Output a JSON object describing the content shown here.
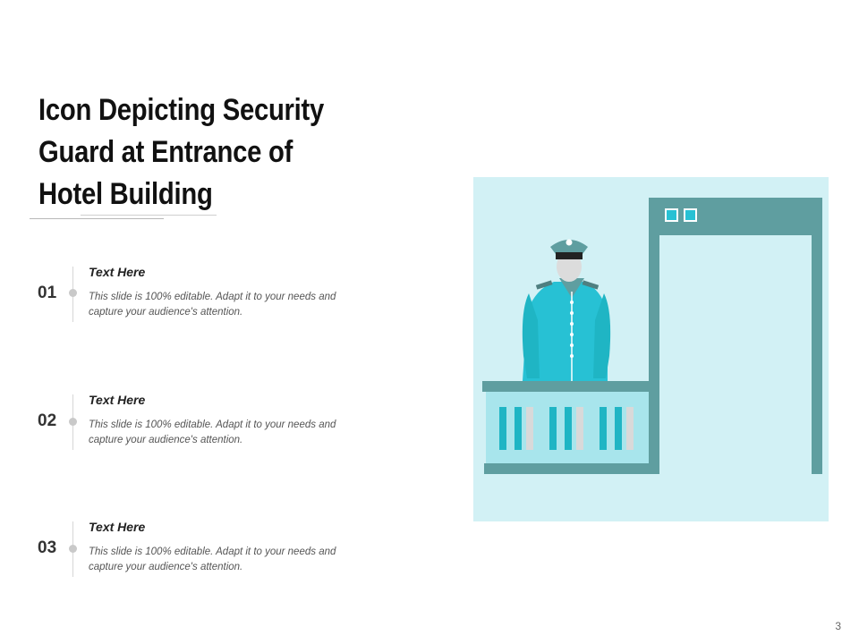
{
  "slide": {
    "title_lines": [
      "Icon Depicting Security",
      "Guard at Entrance of",
      "Hotel Building"
    ],
    "page_number": "3"
  },
  "items": [
    {
      "number": "01",
      "heading": "Text Here",
      "desc_line1": "This slide is 100% editable. Adapt it to your needs and",
      "desc_line2": "capture your audience's attention."
    },
    {
      "number": "02",
      "heading": "Text Here",
      "desc_line1": "This slide is 100% editable. Adapt it to your needs and",
      "desc_line2": "capture your audience's attention."
    },
    {
      "number": "03",
      "heading": "Text Here",
      "desc_line1": "This slide is 100% editable. Adapt it to your needs and",
      "desc_line2": "capture your audience's attention."
    }
  ],
  "colors": {
    "background_panel": "#d2f1f5",
    "frame": "#5f9ea0",
    "uniform": "#27c1d4",
    "accent": "#1fb5c4"
  },
  "icons": [
    "security-guard-icon",
    "hotel-entrance-icon",
    "reception-desk-icon"
  ]
}
